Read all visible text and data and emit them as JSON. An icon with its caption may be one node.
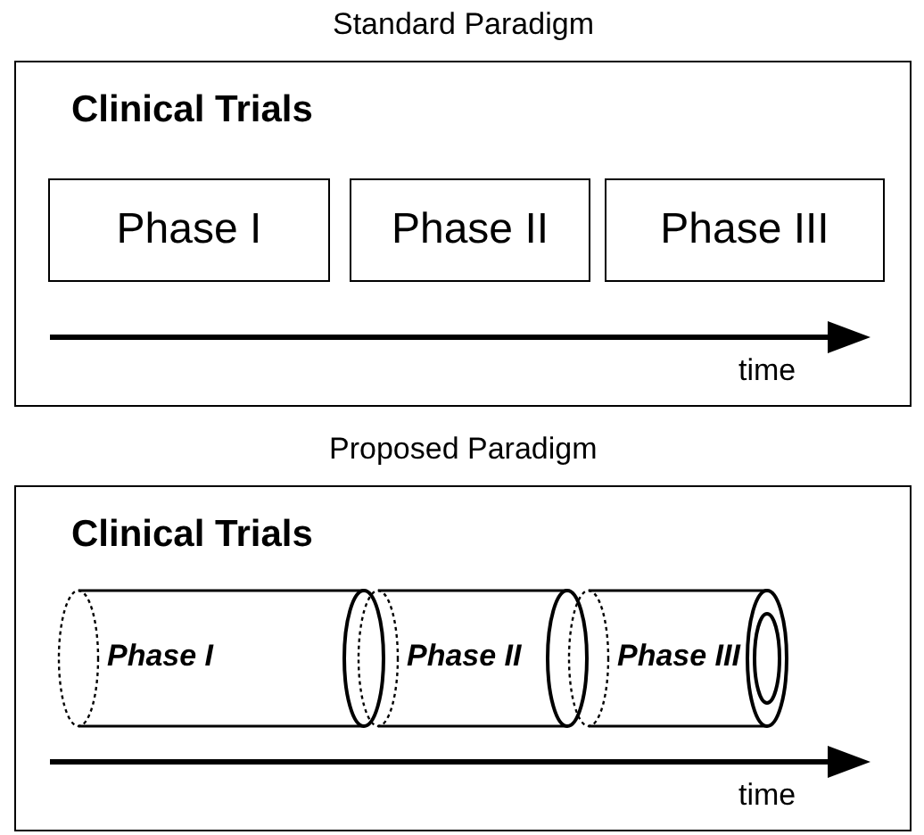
{
  "diagram": {
    "nodes": [
      {
        "text": [
          "Standard Paradigm",
          "Clinical Trials"
        ]
      },
      {
        "text": [
          "Phase I"
        ],
        "in": 0
      },
      {
        "text": [
          "Phase II"
        ],
        "in": 0
      },
      {
        "text": [
          "Phase III"
        ],
        "in": 0
      },
      {
        "text": [
          "Proposed Paradigm",
          "Clinical Trials"
        ]
      },
      {
        "text": [
          "Phase I"
        ],
        "in": 4
      },
      {
        "text": [
          "Phase II"
        ],
        "in": 4
      },
      {
        "text": [
          "Phase III"
        ],
        "in": 4
      }
    ],
    "edges": [],
    "labels": [
      "time",
      "time"
    ]
  }
}
